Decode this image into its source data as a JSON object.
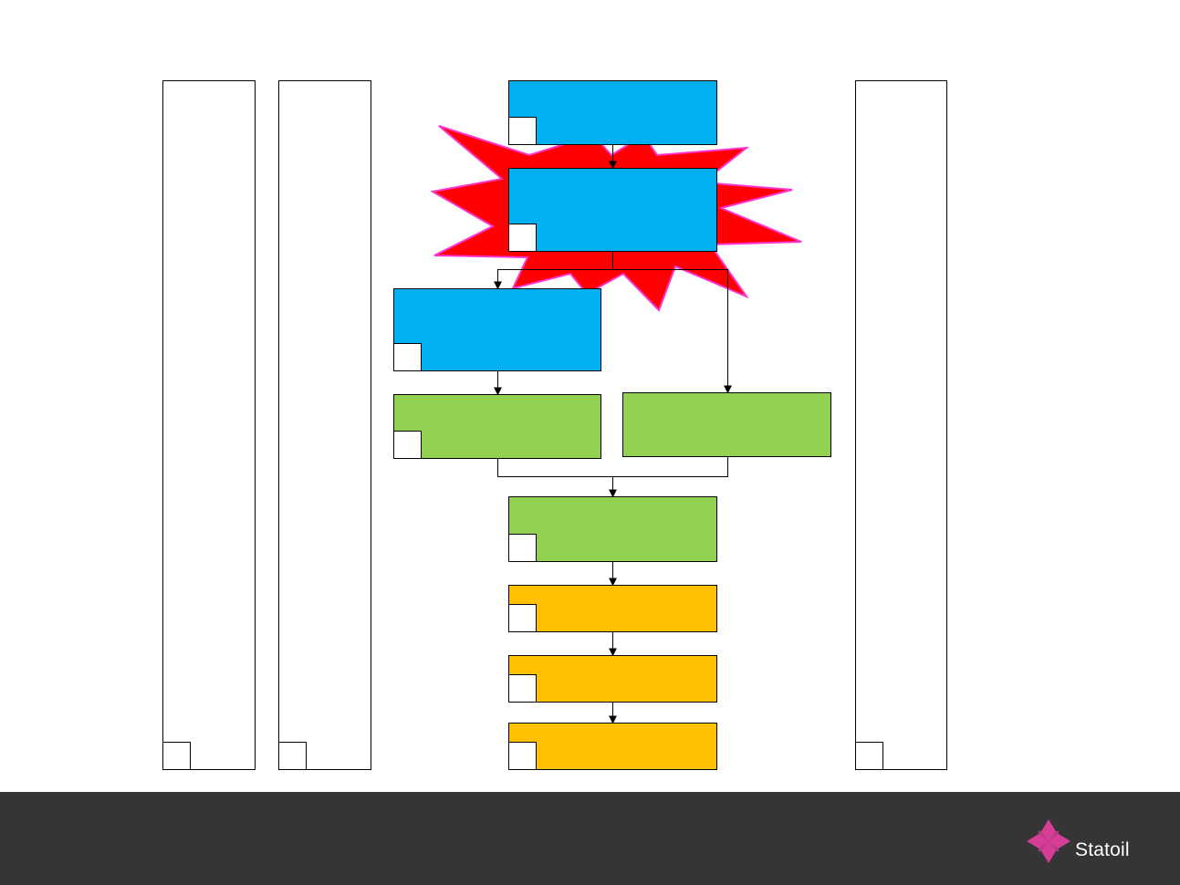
{
  "colors": {
    "blue": "#00b0f0",
    "green": "#92d050",
    "orange": "#ffc000",
    "burst": "#ff0000",
    "burst_outline": "#ff33cc",
    "footer": "#353535",
    "logo_petals": "#d63d96"
  },
  "diagram": {
    "columns": [
      {
        "id": "col-1",
        "fill": "white",
        "has_tag_box": true
      },
      {
        "id": "col-2",
        "fill": "white",
        "has_tag_box": true
      },
      {
        "id": "col-right",
        "fill": "white",
        "has_tag_box": true
      }
    ],
    "flow_boxes": [
      {
        "id": "box-1",
        "fill": "blue",
        "has_tag_box": true
      },
      {
        "id": "box-2",
        "fill": "blue",
        "has_tag_box": true,
        "highlighted": true
      },
      {
        "id": "box-3",
        "fill": "blue",
        "has_tag_box": true
      },
      {
        "id": "box-4",
        "fill": "green",
        "has_tag_box": true
      },
      {
        "id": "box-5",
        "fill": "green",
        "has_tag_box": false
      },
      {
        "id": "box-6",
        "fill": "green",
        "has_tag_box": true
      },
      {
        "id": "box-7",
        "fill": "orange",
        "has_tag_box": true
      },
      {
        "id": "box-8",
        "fill": "orange",
        "has_tag_box": true
      },
      {
        "id": "box-9",
        "fill": "orange",
        "has_tag_box": true
      }
    ],
    "connections": [
      {
        "from": "box-1",
        "to": "box-2"
      },
      {
        "from": "box-2",
        "to": "box-3"
      },
      {
        "from": "box-2",
        "to": "box-5"
      },
      {
        "from": "box-3",
        "to": "box-4"
      },
      {
        "from": "box-4",
        "to": "box-6"
      },
      {
        "from": "box-5",
        "to": "box-6"
      },
      {
        "from": "box-6",
        "to": "box-7"
      },
      {
        "from": "box-7",
        "to": "box-8"
      },
      {
        "from": "box-8",
        "to": "box-9"
      }
    ]
  },
  "footer": {
    "logo_icon": "statoil-star-icon",
    "logo_text": "Statoil"
  }
}
